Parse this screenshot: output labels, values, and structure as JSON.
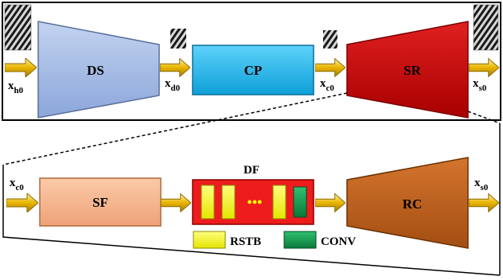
{
  "top_pipeline": {
    "input_label": {
      "base": "x",
      "sub": "h0"
    },
    "ds_label": "DS",
    "down_label": {
      "base": "x",
      "sub": "d0"
    },
    "cp_label": "CP",
    "comp_label": {
      "base": "x",
      "sub": "c0"
    },
    "sr_label": "SR",
    "out_label": {
      "base": "x",
      "sub": "s0"
    }
  },
  "detail": {
    "input_label": {
      "base": "x",
      "sub": "c0"
    },
    "sf_label": "SF",
    "df_title": "DF",
    "df_dots": "•••",
    "rc_label": "RC",
    "out_label": {
      "base": "x",
      "sub": "s0"
    },
    "legend": [
      {
        "label": "RSTB",
        "color": "#f5f500"
      },
      {
        "label": "CONV",
        "color": "#10a050"
      }
    ]
  },
  "colors": {
    "ds_fill": "#a9bfe6",
    "cp_fill": "#22b8f0",
    "sr_fill": "#c80808",
    "sf_fill": "#f5b690",
    "df_fill": "#ee1c1c",
    "rc_fill": "#c0601c",
    "arrow_fill": "#e7b800"
  }
}
